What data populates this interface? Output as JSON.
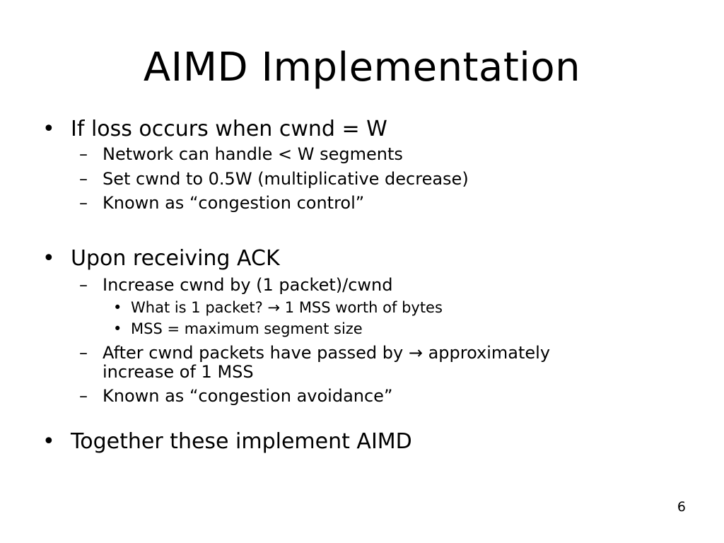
{
  "slide": {
    "title": "AIMD Implementation",
    "page_number": "6",
    "bullet_glyph": "•",
    "dash_glyph": "–",
    "sub_bullet_glyph": "•",
    "arrow_glyph": "→",
    "sections": [
      {
        "heading": "If loss occurs when cwnd = W",
        "items": [
          "Network can handle < W segments",
          "Set cwnd to 0.5W (multiplicative decrease)",
          "Known as “congestion control”"
        ]
      },
      {
        "heading": "Upon receiving ACK",
        "items": [
          {
            "text": "Increase cwnd by (1 packet)/cwnd",
            "sub_items": [
              {
                "before": "What is 1 packet?",
                "after": "1 MSS worth of bytes"
              },
              "MSS = maximum segment size"
            ]
          },
          {
            "before": "After cwnd packets have passed by",
            "after": "approximately",
            "continuation": "increase of 1 MSS"
          },
          "Known as “congestion avoidance”"
        ]
      },
      {
        "heading": "Together these implement AIMD",
        "items": []
      }
    ]
  }
}
